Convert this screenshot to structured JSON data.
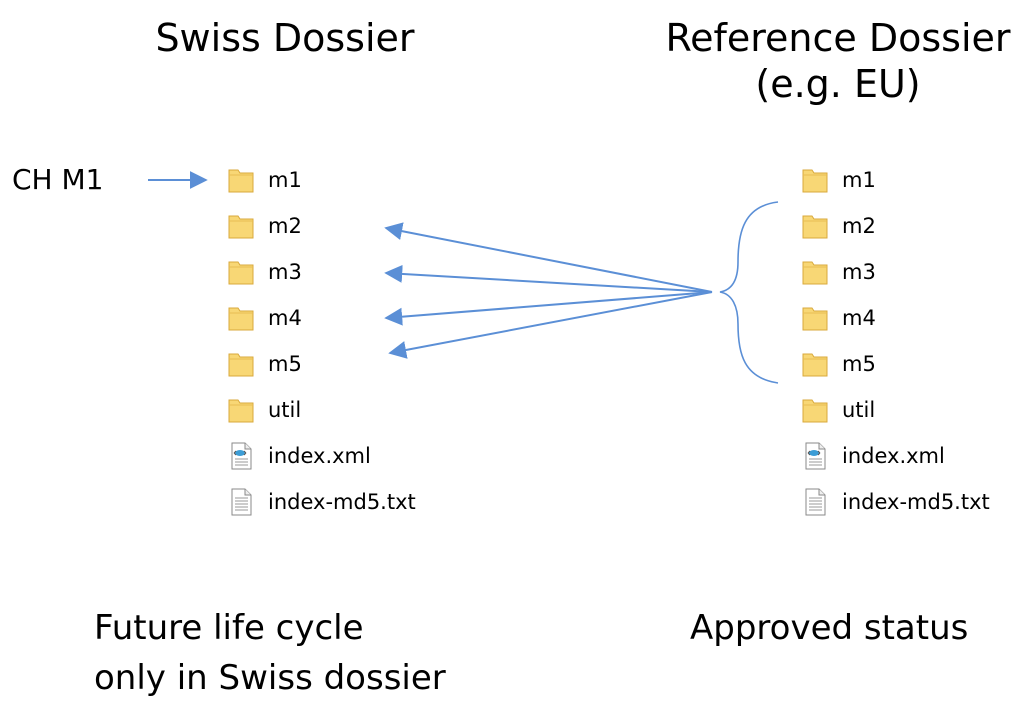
{
  "titles": {
    "swiss": "Swiss Dossier",
    "reference_line1": "Reference Dossier",
    "reference_line2": "(e.g. EU)"
  },
  "ch_label": "CH M1",
  "swiss_tree": [
    {
      "label": "m1",
      "icon": "folder-icon"
    },
    {
      "label": "m2",
      "icon": "folder-icon"
    },
    {
      "label": "m3",
      "icon": "folder-icon"
    },
    {
      "label": "m4",
      "icon": "folder-icon"
    },
    {
      "label": "m5",
      "icon": "folder-icon"
    },
    {
      "label": "util",
      "icon": "folder-icon"
    },
    {
      "label": "index.xml",
      "icon": "xml-file-icon"
    },
    {
      "label": "index-md5.txt",
      "icon": "text-file-icon"
    }
  ],
  "reference_tree": [
    {
      "label": "m1",
      "icon": "folder-icon"
    },
    {
      "label": "m2",
      "icon": "folder-icon"
    },
    {
      "label": "m3",
      "icon": "folder-icon"
    },
    {
      "label": "m4",
      "icon": "folder-icon"
    },
    {
      "label": "m5",
      "icon": "folder-icon"
    },
    {
      "label": "util",
      "icon": "folder-icon"
    },
    {
      "label": "index.xml",
      "icon": "xml-file-icon"
    },
    {
      "label": "index-md5.txt",
      "icon": "text-file-icon"
    }
  ],
  "footers": {
    "swiss_line1": "Future life cycle",
    "swiss_line2": "only in Swiss dossier",
    "reference": "Approved status"
  },
  "colors": {
    "arrow": "#5b8fd6",
    "folder_fill": "#f8d775",
    "folder_edge": "#d9a93c",
    "text": "#000000"
  }
}
